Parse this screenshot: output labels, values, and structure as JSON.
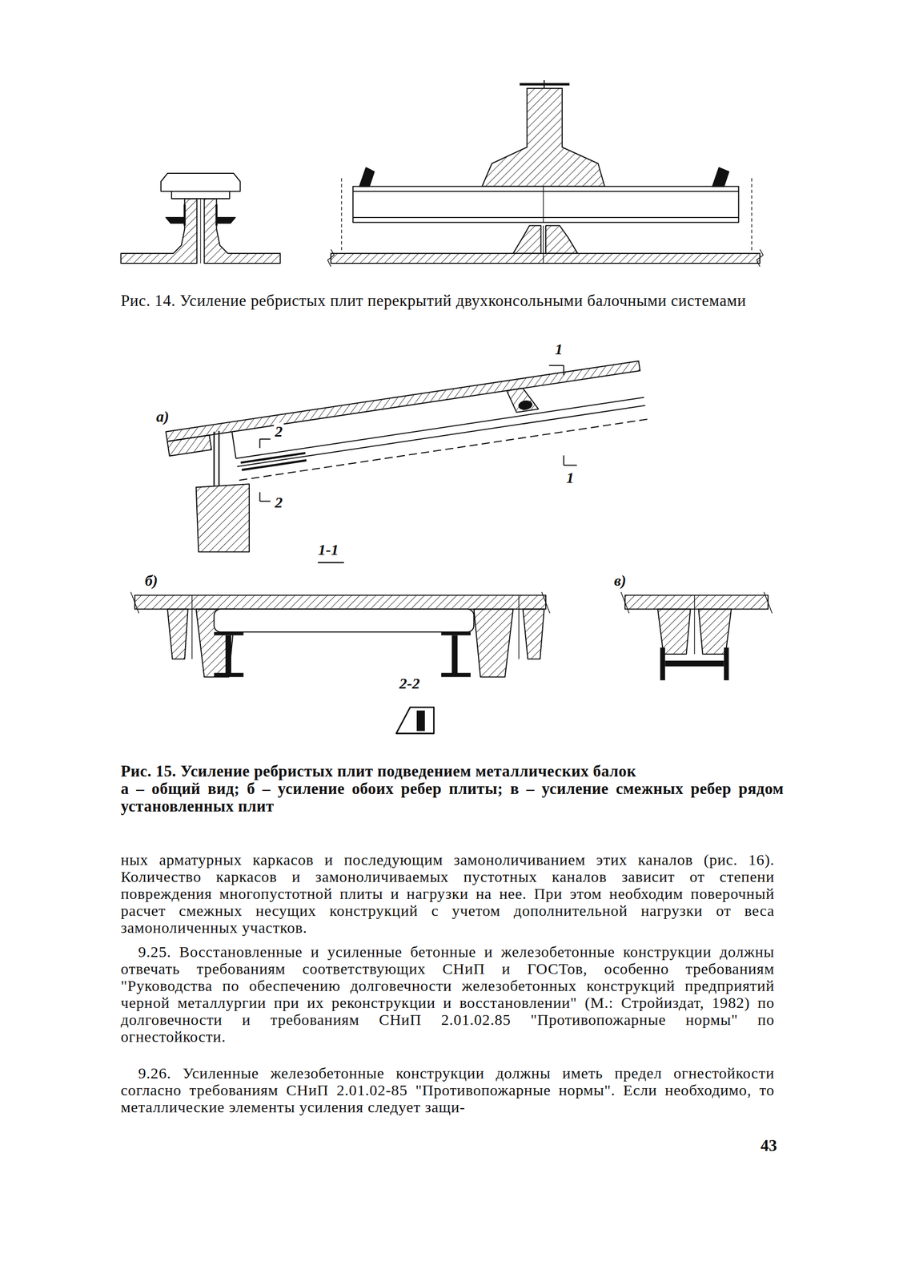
{
  "diagram": {
    "labels": [
      "Рис. 14. Усиление ребристых плит перекрытий двухконсольными балочными системами",
      "1",
      "а)",
      "2",
      "2",
      "1",
      "1-1",
      "б)",
      "в)",
      "2-2",
      "Рис. 15. Усиление ребристых плит подведением металлических балок",
      "а – общий вид; б – усиление обоих ребер плиты; в – усиление смежных ребер рядом установленных плит",
      "ных арматурных каркасов и последующим замоноличиванием этих каналов (рис. 16). Количество каркасов и замоноличиваемых пустотных каналов зависит от степени повреждения многопустотной плиты и нагрузки на нее. При этом необходим поверочный расчет смежных несущих конструкций с учетом дополнительной нагрузки от веса замоноличенных участков.",
      "9.25. Восстановленные и усиленные бетонные и железобетонные конструкции должны отвечать требованиям соответствующих СНиП и ГОСТов, особенно требованиям \"Руководства по обеспечению долговечности железобетонных конструкций предприятий черной металлургии при их реконструкции и восстановлении\" (М.: Стройиздат, 1982) по долговечности и требованиям СНиП 2.01.02.85 \"Противопожарные нормы\" по огнестойкости.",
      "9.26. Усиленные железобетонные конструкции должны иметь предел огнестойкости согласно требованиям СНиП 2.01.02-85 \"Противопожарные нормы\". Если необходимо, то металлические элементы усиления следует защи-",
      "43"
    ]
  }
}
